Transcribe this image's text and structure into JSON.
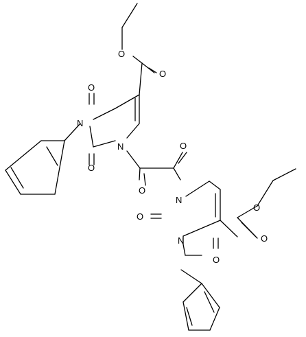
{
  "atoms": [
    {
      "id": "a_o_ethyl1",
      "label": "O"
    },
    {
      "id": "a_o_carb1",
      "label": "O"
    },
    {
      "id": "a_o_c4_1",
      "label": "O"
    },
    {
      "id": "a_n3_1",
      "label": "N"
    },
    {
      "id": "a_o_c2_1",
      "label": "O"
    },
    {
      "id": "a_n1_1",
      "label": "N"
    },
    {
      "id": "a_o_oxal_top",
      "label": "O"
    },
    {
      "id": "a_o_oxal_bot",
      "label": "O"
    },
    {
      "id": "a_n1_2",
      "label": "N"
    },
    {
      "id": "a_o_ethyl2",
      "label": "O"
    },
    {
      "id": "a_o_c2_2",
      "label": "O"
    },
    {
      "id": "a_o_carb2",
      "label": "O"
    },
    {
      "id": "a_n3_2",
      "label": "N"
    },
    {
      "id": "a_o_c4_2",
      "label": "O"
    }
  ]
}
